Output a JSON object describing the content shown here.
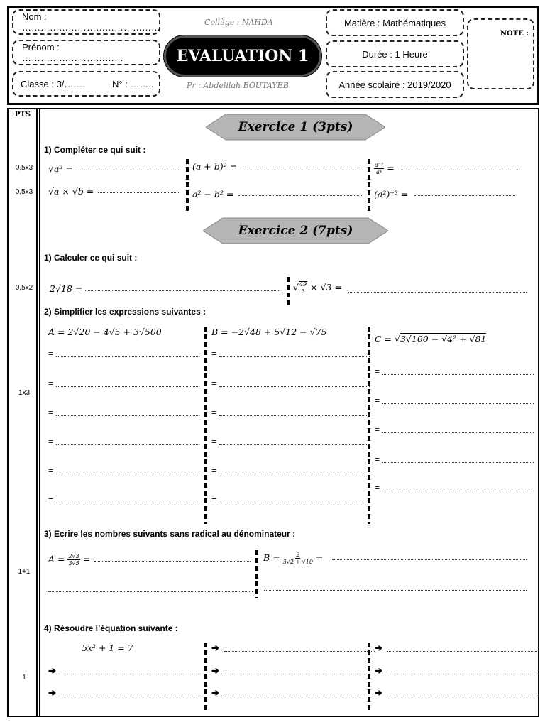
{
  "header": {
    "nom_label": "Nom : ………………………………………",
    "prenom_label": "Prénom : ……………………………",
    "classe_label": "Classe : 3/…….",
    "numero_label": "N° : ……..",
    "college": "Collège : NAHDA",
    "title": "EVALUATION 1",
    "teacher": "Pr : Abdelilah BOUTAYEB",
    "matiere": "Matière : Mathématiques",
    "duree": "Durée : 1 Heure",
    "annee": "Année scolaire : 2019/2020",
    "note_label": "NOTE :"
  },
  "pts_header": "PTS",
  "exercise1": {
    "title": "Exercice 1 (3pts)",
    "q1": "1) Compléter ce qui suit :",
    "pts_row1": "0,5x3",
    "pts_row2": "0,5x3",
    "r1c1": "√a² =",
    "r1c2": "(a + b)² =",
    "r1c3": "=",
    "r1c3_num": "a⁻²",
    "r1c3_den": "a⁴",
    "r2c1": "√a × √b =",
    "r2c2": "a² − b² =",
    "r2c3": "(a²)⁻³ ="
  },
  "exercise2": {
    "title": "Exercice 2 (7pts)",
    "q1": "1) Calculer ce qui suit :",
    "pts_q1": "0,5x2",
    "calc1": "2√18 =",
    "calc2_num": "49",
    "calc2_den": "3",
    "calc2_tail": "× √3 =",
    "q2": "2) Simplifier les expressions suivantes :",
    "pts_q2": "1x3",
    "exprA": "A = 2√20 − 4√5 + 3√500",
    "exprB": "B = −2√48 + 5√12 − √75",
    "exprC_head": "C =",
    "exprC_body": "3√100 − √4² + √81",
    "eq_sign": "=",
    "q3": "3) Ecrire les nombres suivants sans radical au dénominateur :",
    "pts_q3": "1+1",
    "q3A_label": "A =",
    "q3A_num": "2√3",
    "q3A_den": "3√5",
    "q3B_label": "B =",
    "q3B_num": "2",
    "q3B_den": "3√2 + √10",
    "q4": "4) Résoudre l’équation suivante :",
    "pts_q4": "1",
    "equation": "5x² + 1 = 7",
    "arrow": "➔"
  }
}
